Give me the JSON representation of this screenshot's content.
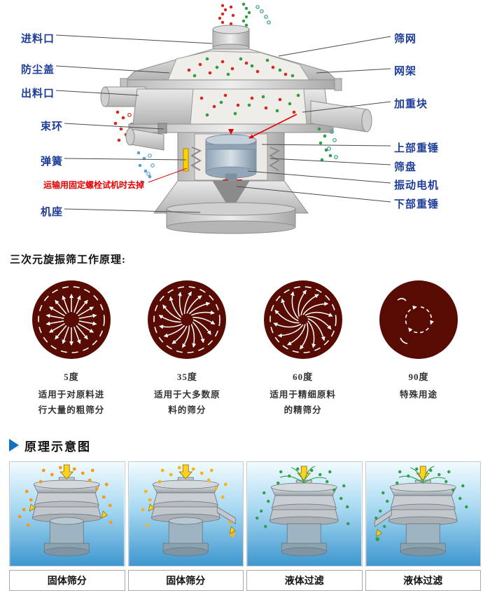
{
  "machine_diagram": {
    "label_color": "#1d3d99",
    "warning_color": "#e60000",
    "labels_left": [
      {
        "text": "进料口"
      },
      {
        "text": "防尘盖"
      },
      {
        "text": "出料口"
      },
      {
        "text": "束环"
      },
      {
        "text": "弹簧"
      },
      {
        "text": "机座"
      }
    ],
    "warning": "运输用固定螺栓试机时去掉",
    "labels_right": [
      {
        "text": "筛网"
      },
      {
        "text": "网架"
      },
      {
        "text": "加重块"
      },
      {
        "text": "上部重锤"
      },
      {
        "text": "筛盘"
      },
      {
        "text": "振动电机"
      },
      {
        "text": "下部重锤"
      }
    ]
  },
  "principle": {
    "title": "三次元旋振筛工作原理:",
    "circle_color": "#570b02",
    "items": [
      {
        "angle": "5度",
        "desc1": "适用于对原料进",
        "desc2": "行大量的粗筛分"
      },
      {
        "angle": "35度",
        "desc1": "适用于大多数原",
        "desc2": "料的筛分"
      },
      {
        "angle": "60度",
        "desc1": "适用于精细原料",
        "desc2": "的精筛分"
      },
      {
        "angle": "90度",
        "desc1": "特殊用途",
        "desc2": ""
      }
    ]
  },
  "schematic": {
    "title": "原理示意图",
    "accent_color": "#1470c0",
    "panels": [
      {
        "caption": "固体筛分",
        "particle_color": "#f59a1a"
      },
      {
        "caption": "固体筛分",
        "particle_color": "#f5b51a"
      },
      {
        "caption": "液体过滤",
        "particle_color": "#2f9e44"
      },
      {
        "caption": "液体过滤",
        "particle_color": "#2f9e44"
      }
    ]
  }
}
